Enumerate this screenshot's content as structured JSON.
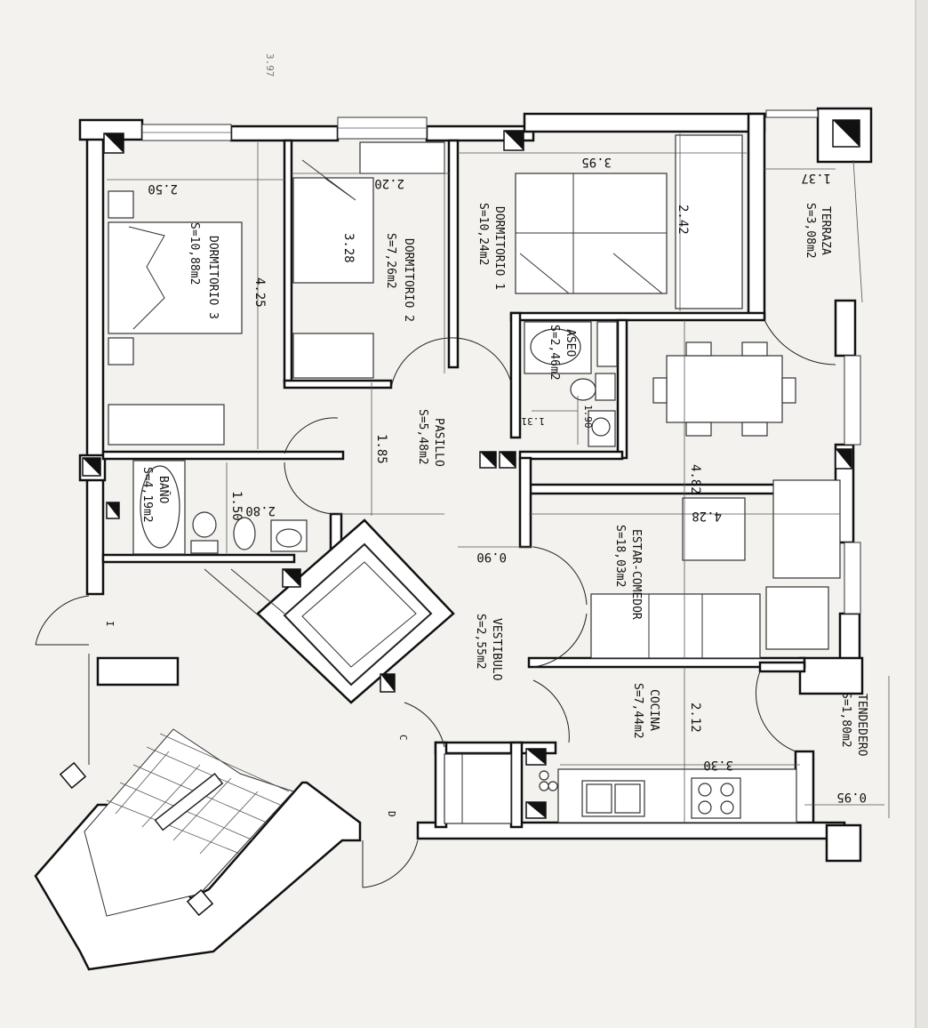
{
  "top_note": "3.97",
  "rooms": {
    "dormitorio3": {
      "name": "DORMITORIO 3",
      "area": "S=10,88m2"
    },
    "dormitorio2": {
      "name": "DORMITORIO 2",
      "area": "S=7,26m2"
    },
    "dormitorio1": {
      "name": "DORMITORIO 1",
      "area": "S=10,24m2"
    },
    "terraza": {
      "name": "TERRAZA",
      "area": "S=3,08m2"
    },
    "aseo": {
      "name": "ASEO",
      "area": "S=2,46m2"
    },
    "pasillo": {
      "name": "PASILLO",
      "area": "S=5,48m2"
    },
    "bano": {
      "name": "BAÑO",
      "area": "S=4,19m2"
    },
    "estar": {
      "name": "ESTAR-COMEDOR",
      "area": "S=18,03m2"
    },
    "vestibulo": {
      "name": "VESTIBULO",
      "area": "S=2,55m2"
    },
    "cocina": {
      "name": "COCINA",
      "area": "S=7,44m2"
    },
    "tendedero": {
      "name": "TENDEDERO",
      "area": "S=1,80m2"
    }
  },
  "dimensions": {
    "d250": "2.50",
    "d220": "2.20",
    "d395": "3.95",
    "d137": "1.37",
    "d425": "4.25",
    "d328": "3.28",
    "d242": "2.42",
    "d185": "1.85",
    "d131": "1.31",
    "d190": "1.90",
    "d150": "1.50",
    "d280": "2.80",
    "d482": "4.82",
    "d428": "4.28",
    "d090": "0.90",
    "d212": "2.12",
    "d330": "3.30",
    "d095": "0.95"
  },
  "markers": {
    "c": "C",
    "d": "D",
    "i": "I"
  }
}
